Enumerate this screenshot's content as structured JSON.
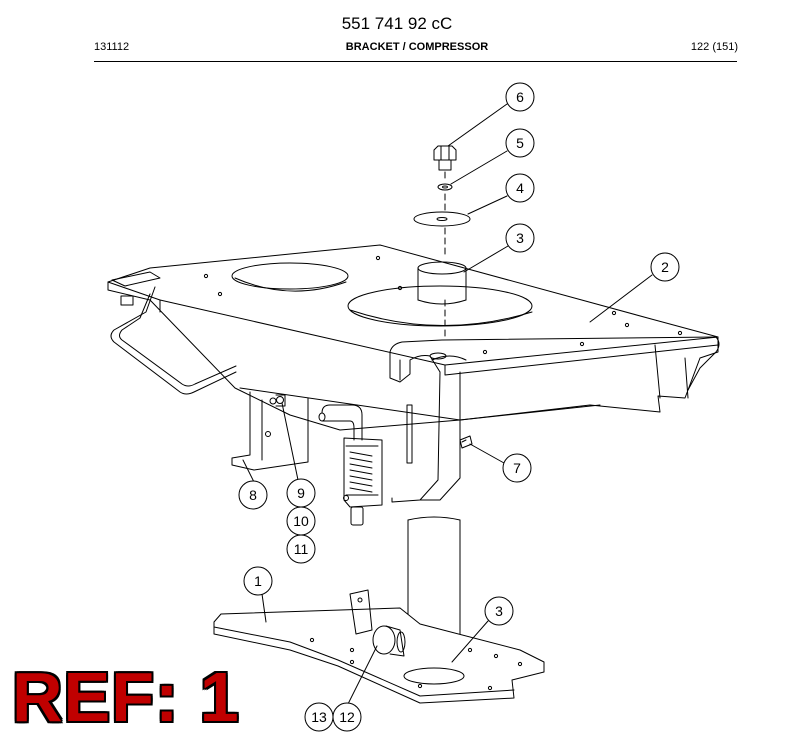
{
  "header": {
    "title": "551 741 92 cC",
    "code": "131112",
    "heading": "BRACKET / COMPRESSOR",
    "page": "122 (151)"
  },
  "callouts": [
    "1",
    "2",
    "3",
    "3",
    "4",
    "5",
    "6",
    "7",
    "8",
    "9",
    "10",
    "11",
    "12",
    "13"
  ],
  "ref_label": "REF: 1",
  "colors": {
    "ref_fill": "#c00000",
    "ref_outline": "#000000",
    "line": "#000000"
  }
}
